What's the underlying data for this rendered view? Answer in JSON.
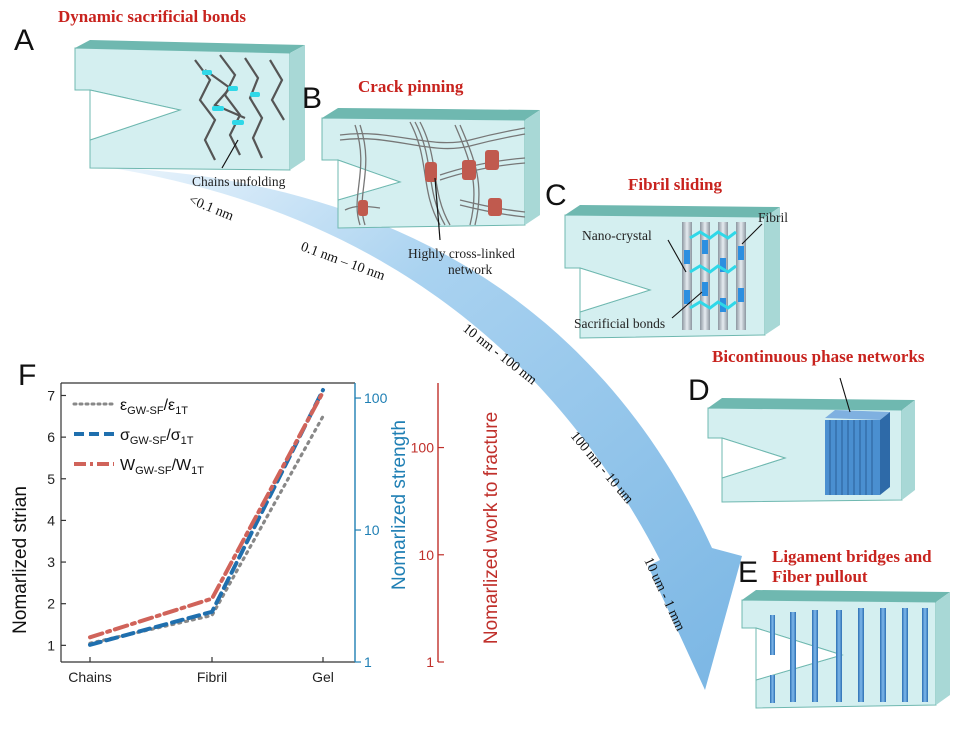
{
  "panels": {
    "A": {
      "letter": "A",
      "title": "Dynamic sacrificial bonds",
      "notes": [
        "Chains unfolding"
      ]
    },
    "B": {
      "letter": "B",
      "title": "Crack pinning",
      "notes": [
        "Highly cross-linked",
        "network"
      ]
    },
    "C": {
      "letter": "C",
      "title": "Fibril sliding",
      "notes": [
        "Nano-crystal",
        "Fibril",
        "Sacrificial bonds"
      ]
    },
    "D": {
      "letter": "D",
      "title": "Bicontinuous phase networks"
    },
    "E": {
      "letter": "E",
      "title_lines": [
        "Ligament bridges and",
        "Fiber pullout"
      ]
    },
    "F": {
      "letter": "F"
    }
  },
  "scale_arrow": {
    "color": "#8ec3ea",
    "labels": [
      "<0.1 nm",
      "0.1 nm – 10 nm",
      "10 nm - 100 nm",
      "100 nm - 10 um",
      "10 um - 1 mm"
    ]
  },
  "colors": {
    "material_fill": "#d4eff0",
    "material_top": "#6fb8b0",
    "title_red": "#c8231e",
    "strength_blue": "#1f7fb4",
    "work_red": "#c0302b",
    "crosslink": "#c05a4e",
    "bond_cyan": "#2fd8e8",
    "fiber_blue": "#4a8fd0"
  },
  "chart_data": {
    "type": "line",
    "categories": [
      "Chains",
      "Fibril",
      "Gel"
    ],
    "left_axis": {
      "label": "Nomarlized strian",
      "ylim": [
        0.6,
        7.3
      ],
      "ticks": [
        1,
        2,
        3,
        4,
        5,
        6,
        7
      ]
    },
    "mid_axis": {
      "label": "Nomarlized strength",
      "scale": "log",
      "ylim": [
        1,
        130
      ],
      "ticks": [
        1,
        10,
        100
      ]
    },
    "right_axis": {
      "label": "Nomarlized work to fracture",
      "scale": "log",
      "ylim": [
        1,
        400
      ],
      "ticks": [
        1,
        10,
        100
      ]
    },
    "series": [
      {
        "name_main": "ε",
        "name_sub": "GW-SF",
        "name_mid": "/ε",
        "name_sub2": "1T",
        "axis": "left",
        "values": [
          1.05,
          1.72,
          6.5
        ],
        "color": "#888888",
        "style": "dotted"
      },
      {
        "name_main": "σ",
        "name_sub": "GW-SF",
        "name_mid": "/σ",
        "name_sub2": "1T",
        "axis": "mid",
        "values": [
          1.35,
          2.4,
          115
        ],
        "color": "#1f6fae",
        "style": "dashed"
      },
      {
        "name_main": "W",
        "name_sub": "GW-SF",
        "name_mid": "/W",
        "name_sub2": "1T",
        "axis": "right",
        "values": [
          1.7,
          3.9,
          330
        ],
        "color": "#d0635a",
        "style": "dashdot"
      }
    ]
  }
}
